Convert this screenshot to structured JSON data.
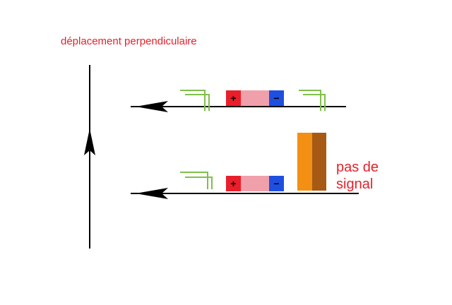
{
  "labels": {
    "movement": "déplacement perpendiculaire",
    "no_signal_line1": "pas de",
    "no_signal_line2": "signal"
  },
  "magnet": {
    "plus_symbol": "+",
    "minus_symbol": "−"
  },
  "colors": {
    "label_red": "#e8202a",
    "line": "#000000",
    "magnet_plus": "#e81f2a",
    "magnet_body": "#f0a0aa",
    "magnet_minus": "#1e4fe0",
    "field_green": "#7fc04a",
    "shield_front": "#f39013",
    "shield_side": "#a65a14"
  }
}
